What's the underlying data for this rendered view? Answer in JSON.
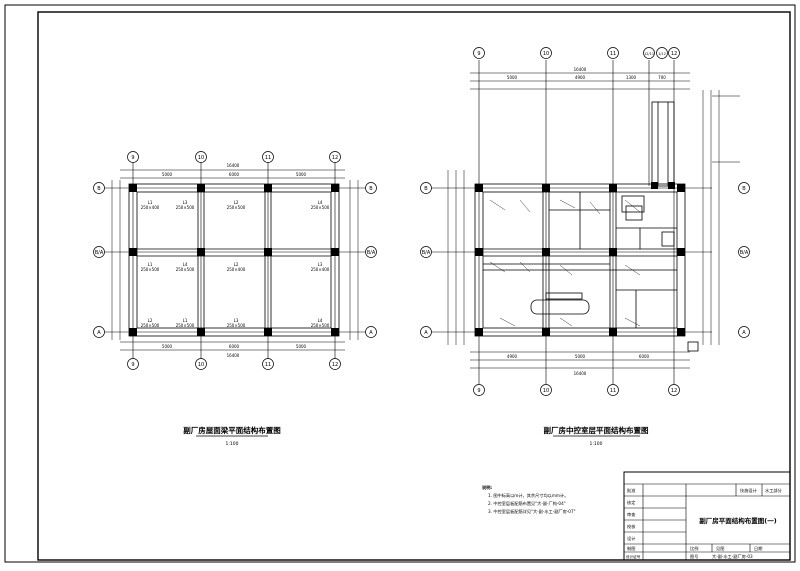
{
  "left_plan": {
    "title": "副厂房屋面梁平面结构布置图",
    "scale": "1:100",
    "axes_top": [
      "9",
      "10",
      "11",
      "12"
    ],
    "axes_side": [
      "B",
      "B/A",
      "A"
    ],
    "dims_top": [
      "5000",
      "6000",
      "5000"
    ],
    "overall_dim": "16400",
    "beam_labels": [
      {
        "name": "L1",
        "size": "250×400"
      },
      {
        "name": "L3",
        "size": "250×500"
      },
      {
        "name": "L2",
        "size": "250×500"
      },
      {
        "name": "L4",
        "size": "250×500"
      },
      {
        "name": "L1",
        "size": "250×500"
      },
      {
        "name": "L4",
        "size": "250×500"
      },
      {
        "name": "L2",
        "size": "250×400"
      },
      {
        "name": "L3",
        "size": "250×400"
      },
      {
        "name": "L2",
        "size": "250×500"
      },
      {
        "name": "L1",
        "size": "250×500"
      },
      {
        "name": "L3",
        "size": "250×500"
      },
      {
        "name": "L4",
        "size": "250×500"
      }
    ]
  },
  "right_plan": {
    "title": "副厂房中控室层平面结构布置图",
    "scale": "1:100",
    "axes_top": [
      "9",
      "10",
      "11",
      "12/11",
      "1/12",
      "12"
    ],
    "axes_side": [
      "B",
      "B/A",
      "A"
    ],
    "axes_bottom": [
      "9",
      "10",
      "11",
      "12"
    ],
    "dims_top": [
      "5000",
      "4900",
      "1300",
      "700"
    ],
    "overall_dim": "16400",
    "dims_bottom": [
      "4900",
      "5000",
      "6000"
    ]
  },
  "notes": {
    "heading": "说明:",
    "items": [
      "1. 图中标高以m计，其余尺寸均以mm计。",
      "2. 中控室层板配筋布置见\"大-副-厂构-04\"",
      "3. 中控室层板配筋详见\"大-副-水工-副厂房-07\""
    ]
  },
  "title_block": {
    "roles": [
      "批准",
      "核定",
      "审查",
      "校核",
      "设计",
      "制图",
      "设计证号"
    ],
    "top_right": [
      "技施设计",
      "水工部分"
    ],
    "drawing_title": "副厂房平面结构布置图(一)",
    "bottom_labels": [
      "比例",
      "见图",
      "日期"
    ],
    "drawing_no_label": "图号",
    "drawing_no": "大-副-水工-副厂房-03"
  }
}
